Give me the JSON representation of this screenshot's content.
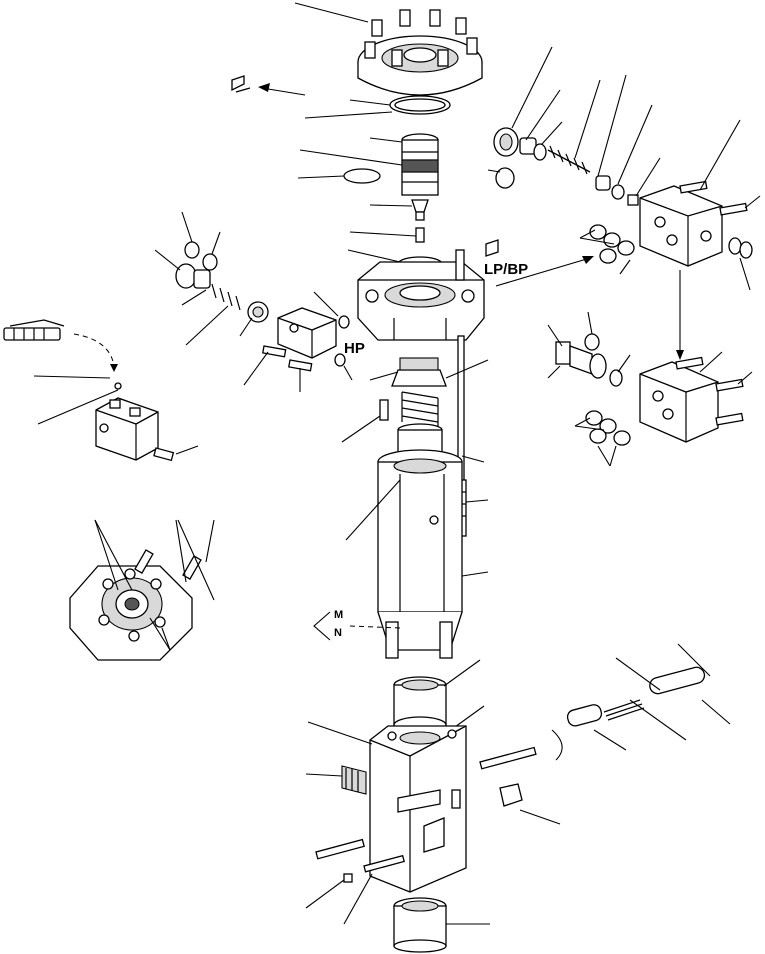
{
  "diagram": {
    "labels": {
      "lp_bp": "LP/BP",
      "hp": "HP",
      "m": "M",
      "n": "N"
    }
  }
}
